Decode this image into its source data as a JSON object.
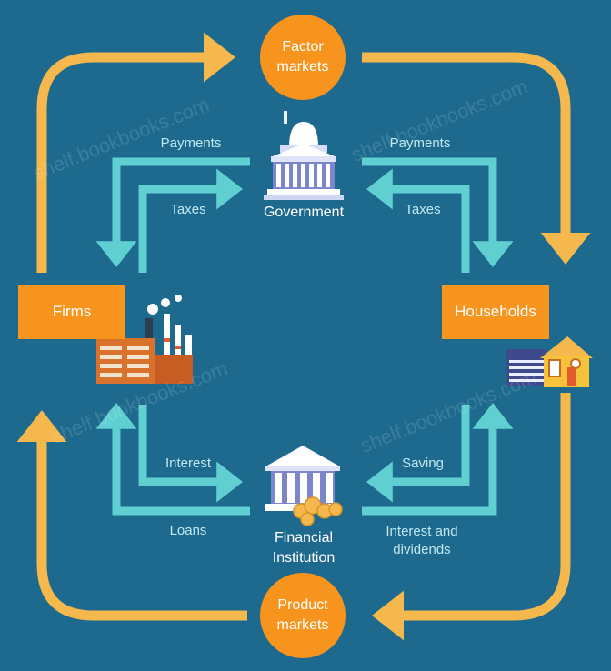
{
  "nodes": {
    "factor_markets": "Factor\nmarkets",
    "product_markets": "Product\nmarkets",
    "firms": "Firms",
    "households": "Households",
    "government": "Government",
    "financial_institution": "Financial\nInstitution"
  },
  "flows": {
    "payments_left": "Payments",
    "payments_right": "Payments",
    "taxes_left": "Taxes",
    "taxes_right": "Taxes",
    "interest": "Interest",
    "loans": "Loans",
    "saving": "Saving",
    "interest_dividends": "Interest and\ndividends"
  },
  "watermark": "shelf.bookbooks.com",
  "colors": {
    "background": "#1e6a8e",
    "outer_loop": "#f5b84c",
    "inner_loop": "#5fcfd1",
    "node_fill": "#f7941d",
    "text": "#ffffff"
  }
}
